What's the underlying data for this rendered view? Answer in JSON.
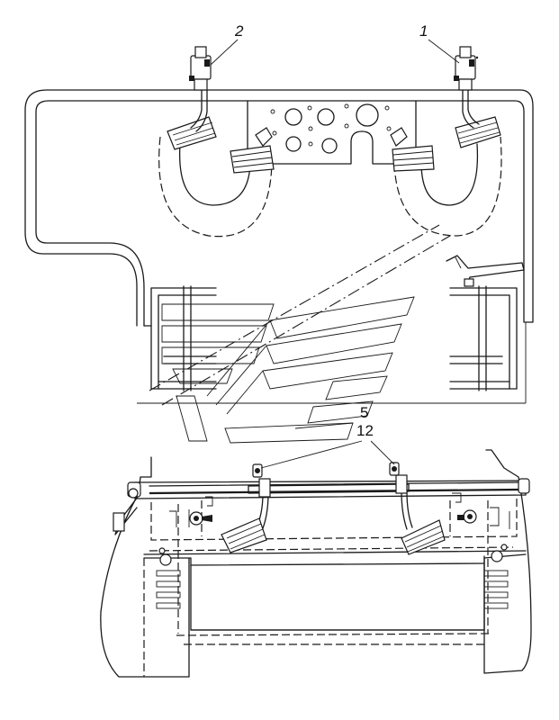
{
  "callouts": {
    "c1": "1",
    "c2": "2",
    "c5": "5",
    "c12": "12"
  },
  "colors": {
    "line": "#1a1a1a",
    "background": "#ffffff"
  }
}
